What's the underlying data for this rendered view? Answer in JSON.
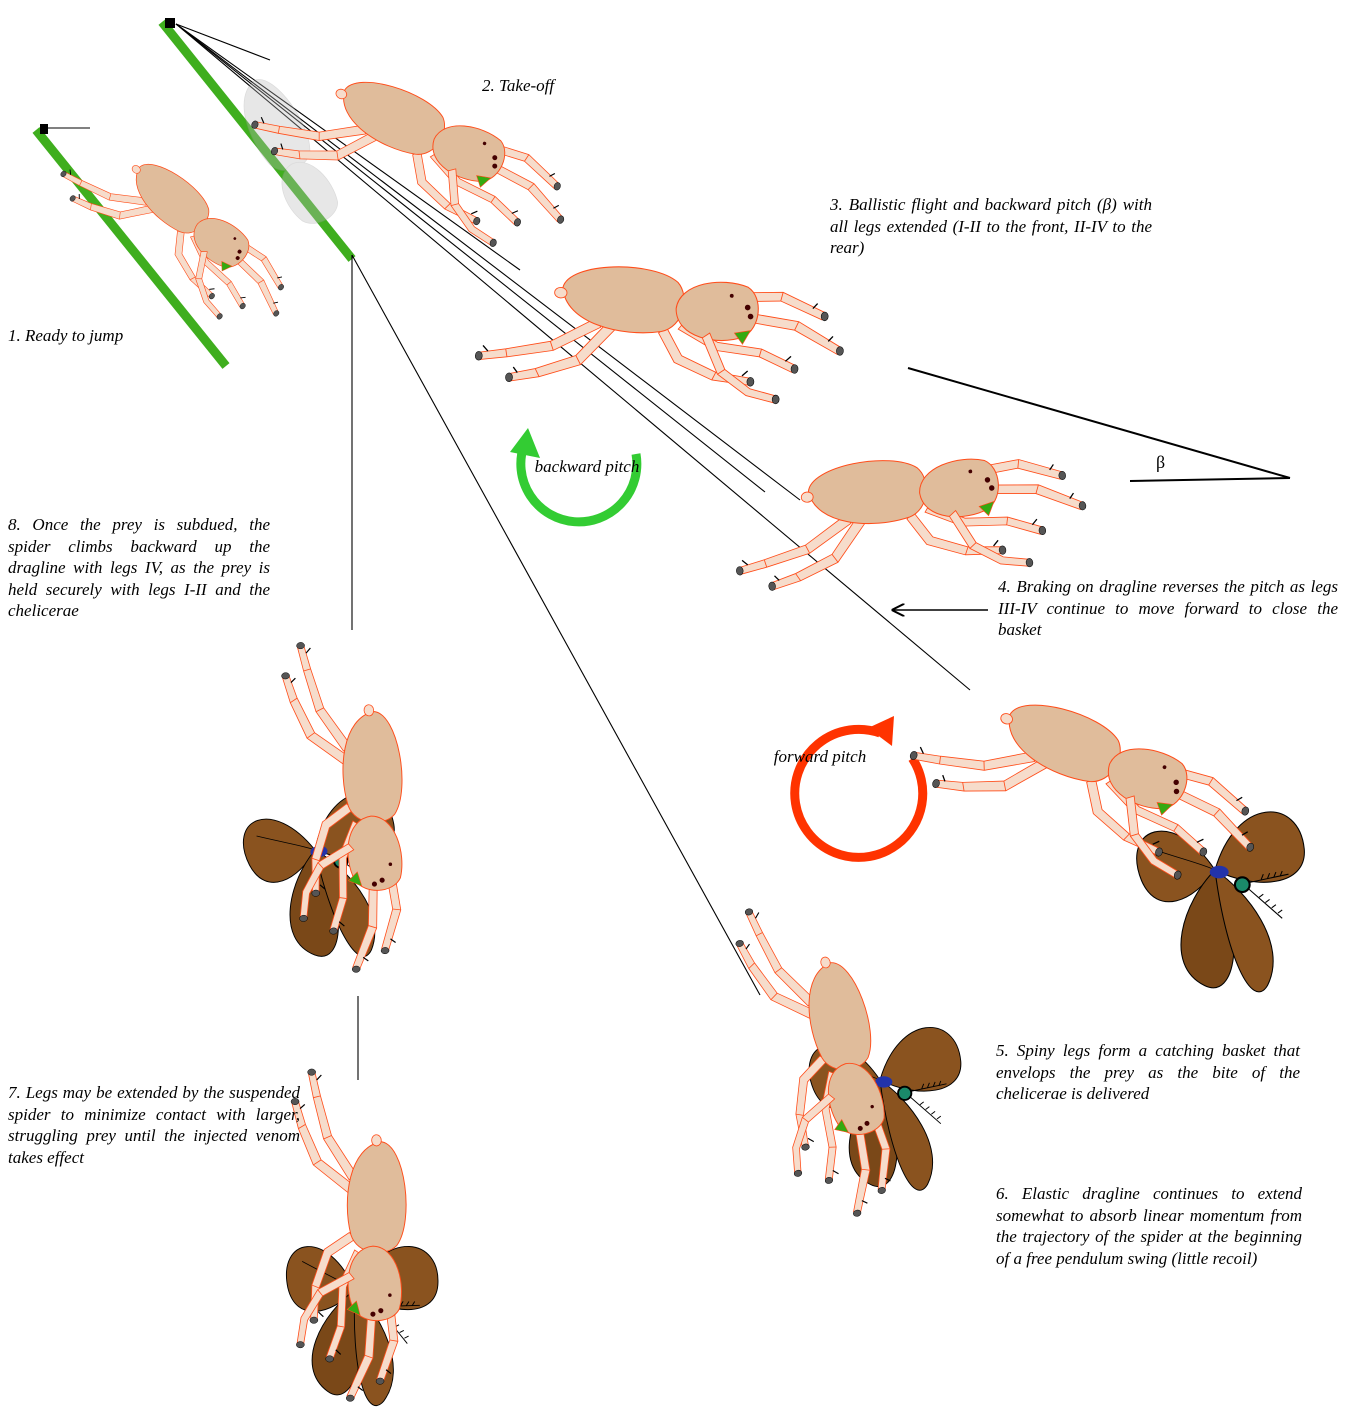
{
  "captions": {
    "step1": "1. Ready to jump",
    "step2": "2. Take-off",
    "step3": "3. Ballistic  flight and backward pitch (β) with all legs extended (I-II to the front, II-IV to the rear)",
    "step4": "4. Braking on dragline reverses the pitch as legs III-IV continue to move forward to close the basket",
    "step5": "5. Spiny legs form a catching basket that envelops the prey as the bite of the chelicerae is delivered",
    "step6": "6. Elastic dragline continues to extend somewhat to absorb linear momentum from the trajectory of the spider at the beginning of a free pendulum swing (little recoil)",
    "step7": "7. Legs may be extended by the suspended spider to minimize contact with larger, struggling prey until the injected venom takes effect",
    "step8": "8. Once the prey is subdued, the spider climbs backward up the dragline with legs IV, as the prey is held securely with legs I-II and the chelicerae"
  },
  "labels": {
    "backward_pitch": "backward pitch",
    "forward_pitch": "forward pitch",
    "beta": "β"
  },
  "colors": {
    "surface": "#3fae1e",
    "spider_body": "#e0bc9b",
    "spider_leg": "#f6dccb",
    "spider_outline": "#ff4d1a",
    "prey_wing": "#8a531f",
    "backward_pitch_arrow": "#33cc33",
    "forward_pitch_arrow": "#ff3300",
    "dragline": "#000000"
  }
}
